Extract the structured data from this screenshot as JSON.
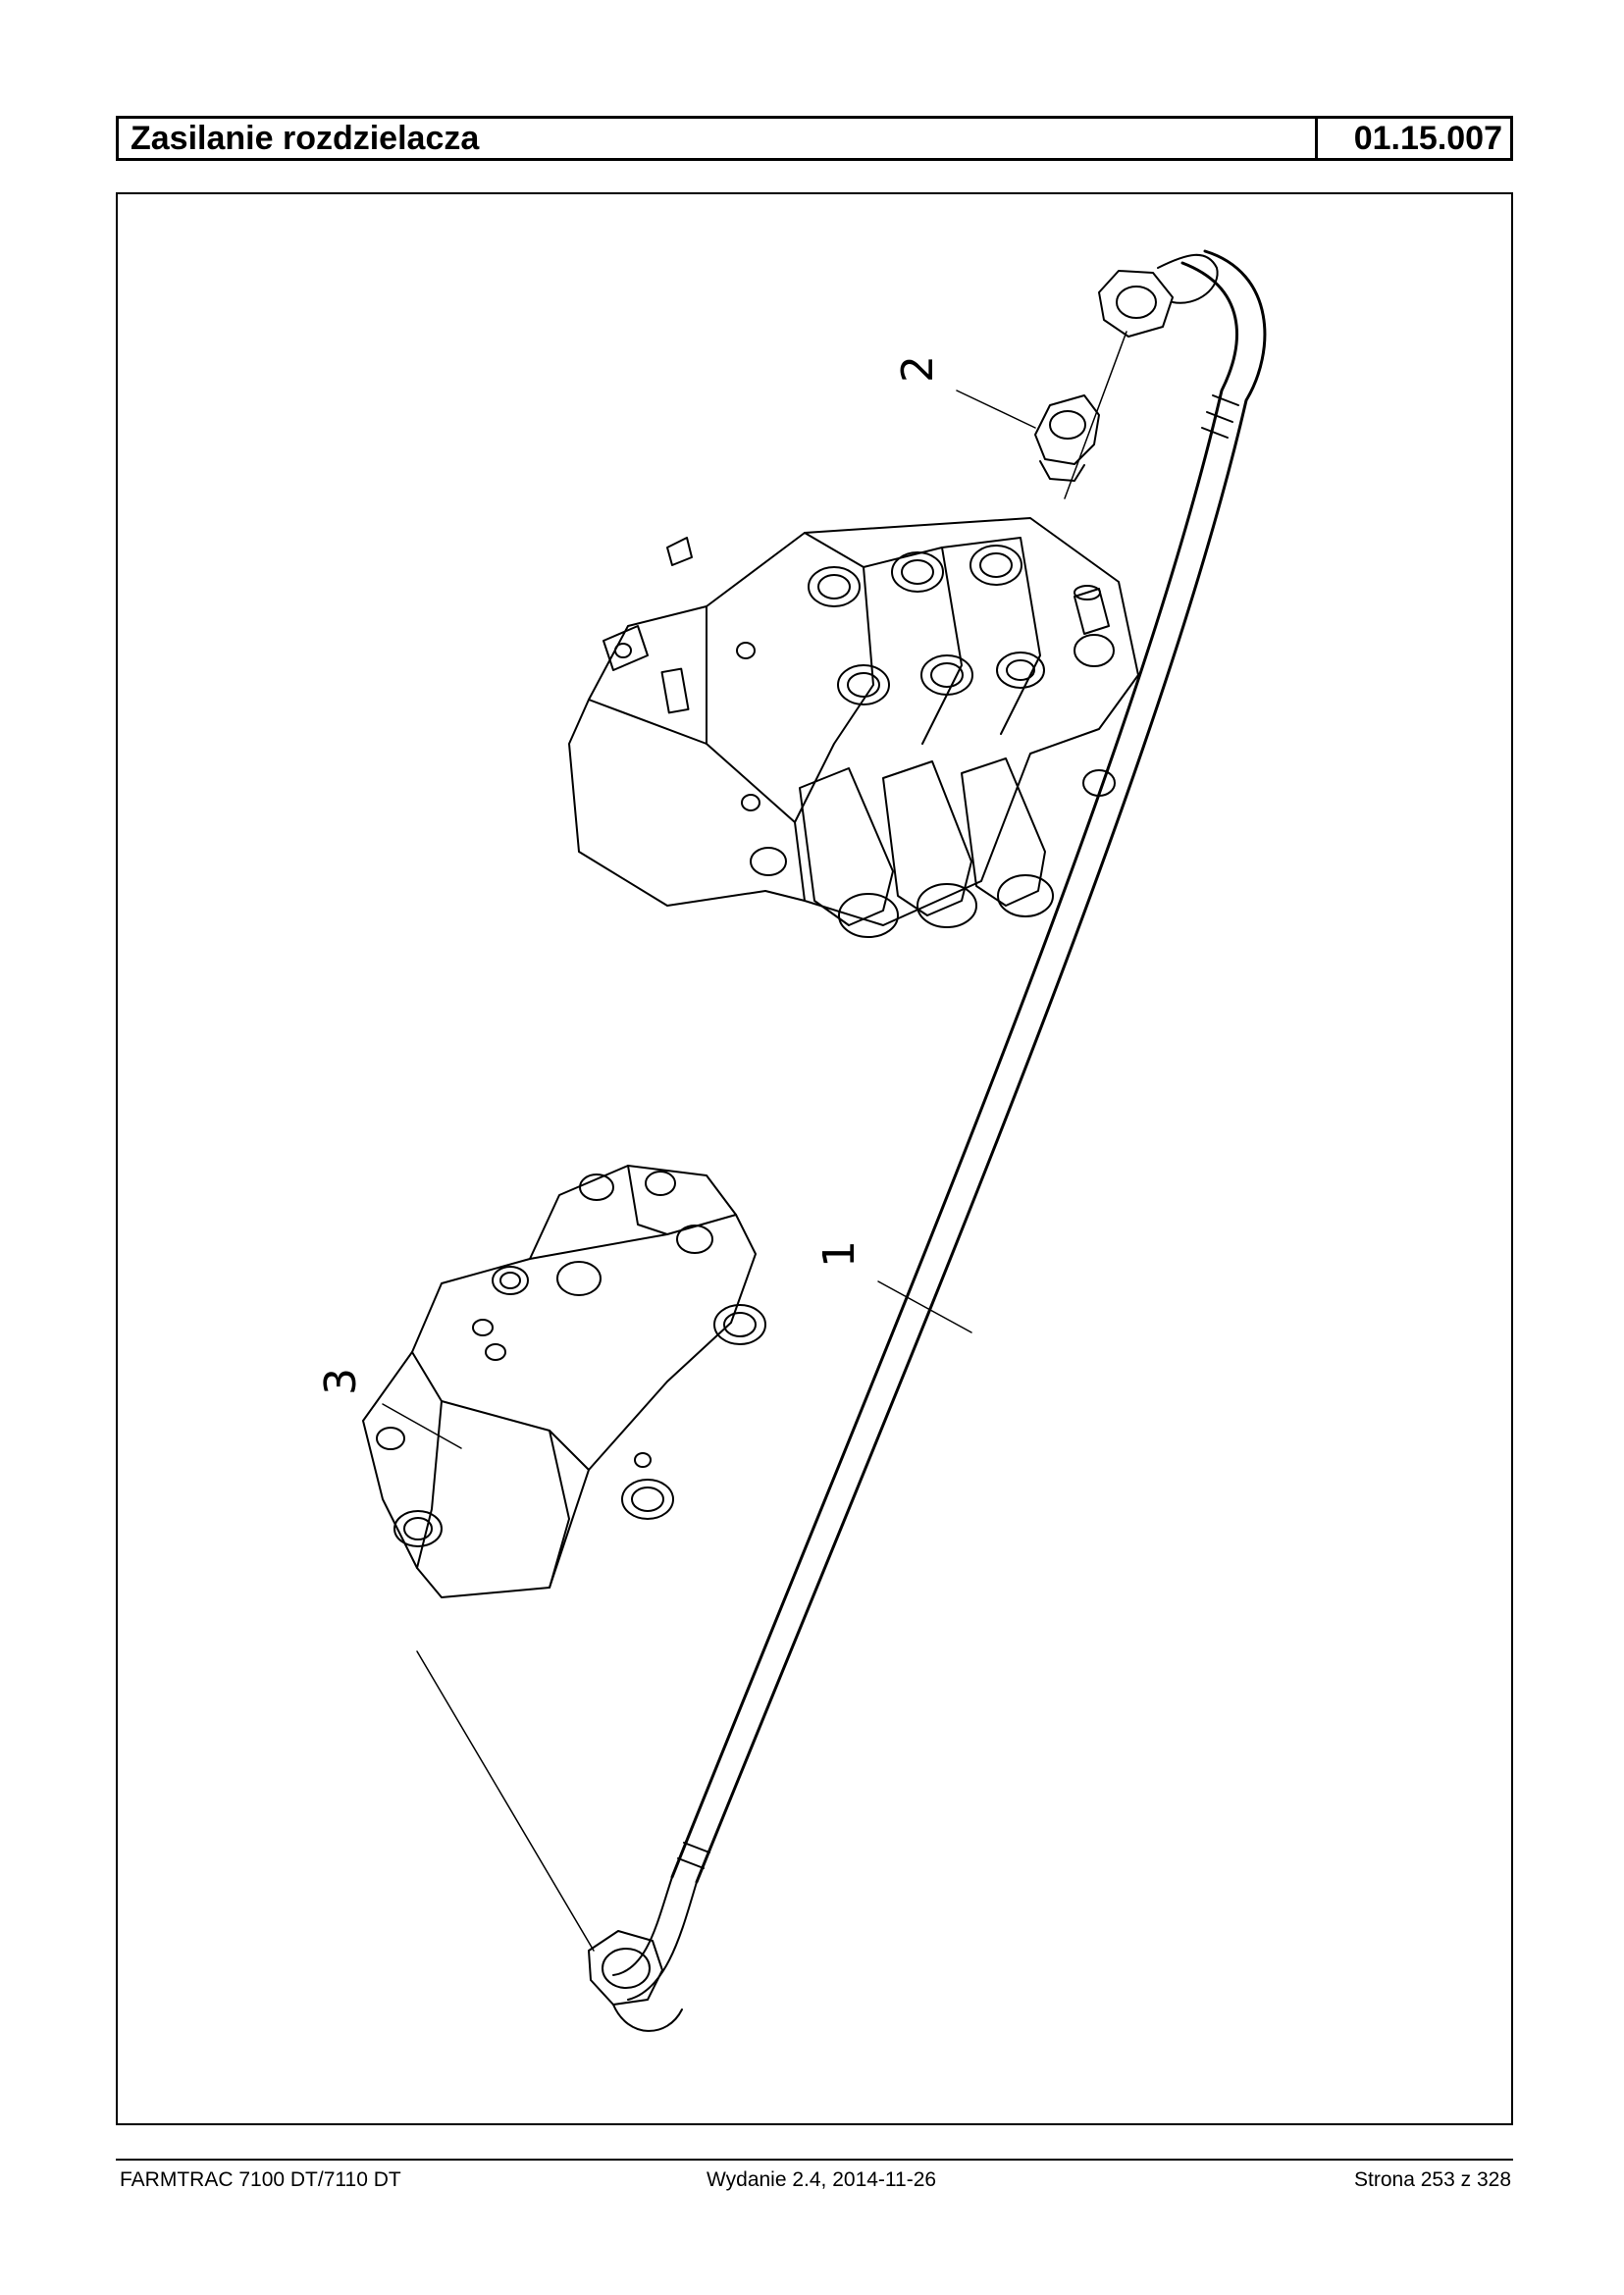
{
  "header": {
    "title": "Zasilanie rozdzielacza",
    "code": "01.15.007"
  },
  "figure": {
    "callouts": [
      {
        "id": "1",
        "label": "1"
      },
      {
        "id": "2",
        "label": "2"
      },
      {
        "id": "3",
        "label": "3"
      }
    ]
  },
  "footer": {
    "model": "FARMTRAC 7100 DT/7110 DT",
    "edition": "Wydanie 2.4,  2014-11-26",
    "page": "Strona 253 z 328"
  }
}
